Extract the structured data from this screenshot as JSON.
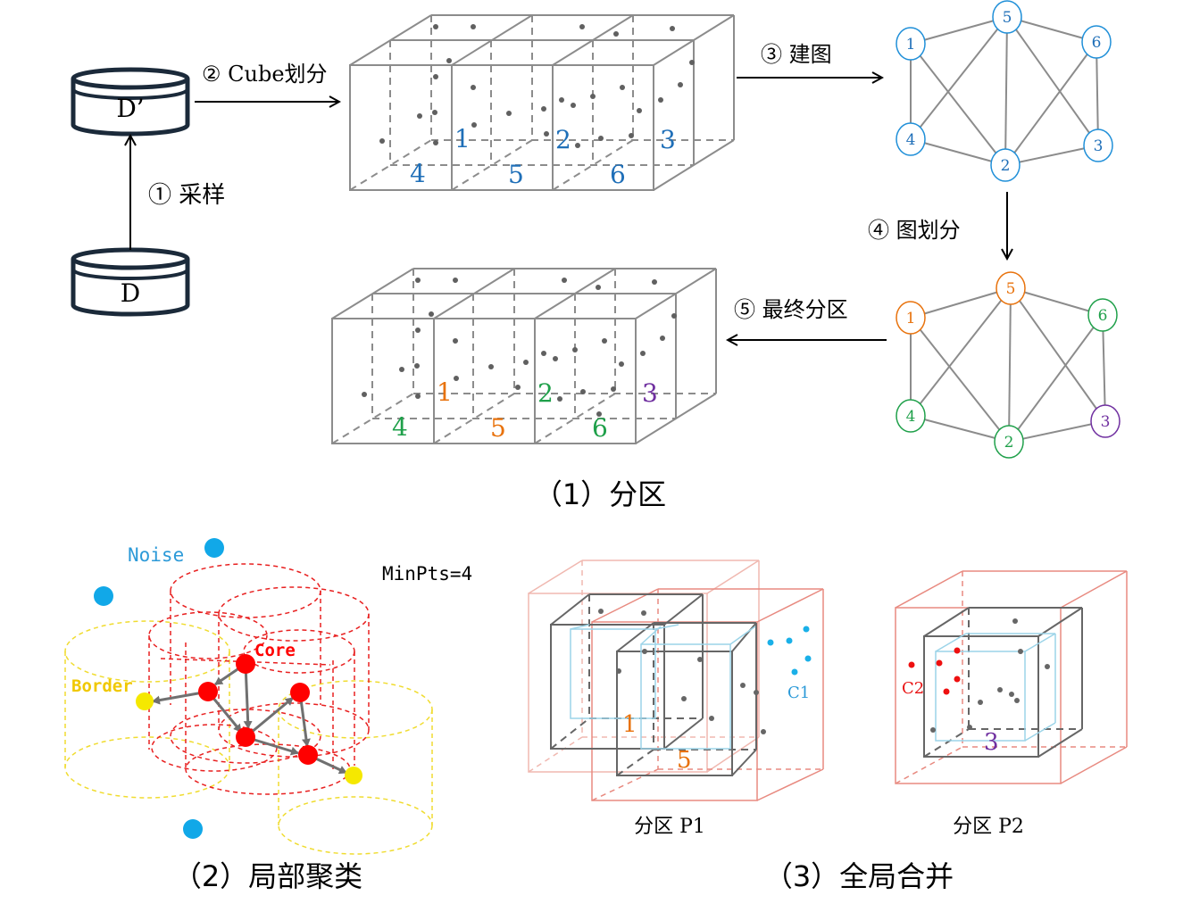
{
  "colors": {
    "blue": "#1f6fb8",
    "orange": "#e8720c",
    "green": "#1fa04a",
    "purple": "#7030a0",
    "red": "#ff0000",
    "yellow": "#f5e000",
    "noise_blue": "#11a8e8",
    "cube_gray": "#8c8c8c",
    "pink": "#e8a09a"
  },
  "steps": {
    "d_prime": "D’",
    "d": "D",
    "sample": "① 采样",
    "cube_split": "② Cube划分",
    "build_graph": "③ 建图",
    "graph_split": "④ 图划分",
    "final_partition": "⑤ 最终分区"
  },
  "cube_labels": [
    "1",
    "2",
    "3",
    "4",
    "5",
    "6"
  ],
  "graph_nodes": [
    "1",
    "2",
    "3",
    "4",
    "5",
    "6"
  ],
  "final_partition_colors": {
    "1": "orange",
    "5": "orange",
    "2": "green",
    "4": "green",
    "6": "green",
    "3": "purple"
  },
  "section_titles": {
    "partition": "（1）分区",
    "local_clustering": "（2）局部聚类",
    "global_merge": "（3）全局合并"
  },
  "local_clustering": {
    "noise": "Noise",
    "core": "Core",
    "border": "Border",
    "minpts": "MinPts=4"
  },
  "global_merge": {
    "p1_caption": "分区  P1",
    "p2_caption": "分区  P2",
    "c1": "C1",
    "c2": "C2",
    "p1_labels": [
      "1",
      "5"
    ],
    "p2_labels": [
      "3"
    ]
  }
}
